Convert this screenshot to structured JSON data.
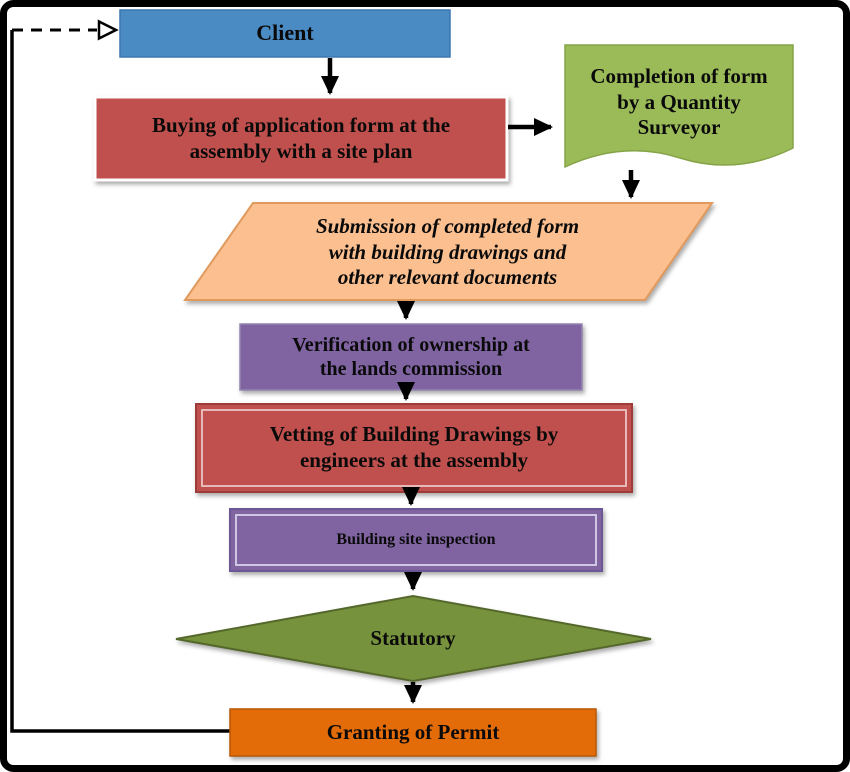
{
  "diagram": {
    "type": "flowchart",
    "background": "#ffffff",
    "frame_color": "#000000",
    "arrow_color": "#000000",
    "nodes": {
      "client": {
        "shape": "rectangle",
        "label": "Client",
        "fill": "#4a8bc4"
      },
      "buying": {
        "shape": "rectangle",
        "label": "Buying of application form at the\nassembly with a site plan",
        "fill": "#c0504d"
      },
      "completion": {
        "shape": "document",
        "label": "Completion of form\nby a Quantity\nSurveyor",
        "fill": "#9bbb59"
      },
      "submission": {
        "shape": "parallelogram",
        "label": "Submission of completed form\nwith building drawings and\nother relevant documents",
        "fill": "#fbbf90"
      },
      "verification": {
        "shape": "rectangle",
        "label": "Verification of ownership at\nthe lands commission",
        "fill": "#8064a2"
      },
      "vetting": {
        "shape": "rectangle",
        "label": "Vetting of Building Drawings by\nengineers at the assembly",
        "fill": "#c0504d"
      },
      "inspection": {
        "shape": "rectangle",
        "label": "Building site inspection",
        "fill": "#8064a2"
      },
      "statutory": {
        "shape": "diamond",
        "label": "Statutory",
        "fill": "#77923c"
      },
      "granting": {
        "shape": "rectangle",
        "label": "Granting of Permit",
        "fill": "#e36c09"
      }
    },
    "edges": [
      {
        "from": "client",
        "to": "buying",
        "style": "solid-arrow"
      },
      {
        "from": "buying",
        "to": "completion",
        "style": "solid-arrow"
      },
      {
        "from": "completion",
        "to": "submission",
        "style": "solid-arrow"
      },
      {
        "from": "submission",
        "to": "verification",
        "style": "solid-arrow"
      },
      {
        "from": "verification",
        "to": "vetting",
        "style": "solid-arrow"
      },
      {
        "from": "vetting",
        "to": "inspection",
        "style": "solid-arrow"
      },
      {
        "from": "inspection",
        "to": "statutory",
        "style": "solid-arrow"
      },
      {
        "from": "statutory",
        "to": "granting",
        "style": "solid-arrow"
      },
      {
        "from": "granting",
        "to": "client",
        "style": "feedback-dashed-open-arrow"
      }
    ]
  }
}
